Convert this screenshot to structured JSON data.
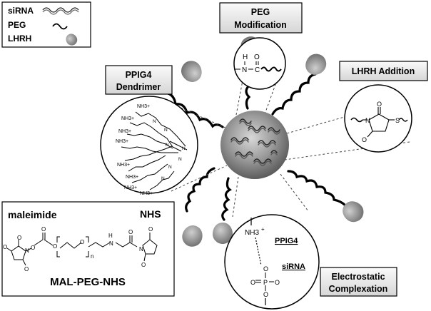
{
  "legend": {
    "items": [
      {
        "label": "siRNA",
        "glyph": "double-wavy-line"
      },
      {
        "label": "PEG",
        "glyph": "wavy-line"
      },
      {
        "label": "LHRH",
        "glyph": "teardrop"
      }
    ]
  },
  "callouts": {
    "peg_modification": [
      "PEG",
      "Modification"
    ],
    "pping4_dendrimer": [
      "PPIG4",
      "Dendrimer"
    ],
    "lhrh_addition": "LHRH Addition",
    "electrostatic_complexation": [
      "Electrostatic",
      "Complexation"
    ]
  },
  "peg_detail": {
    "h": "H",
    "n": "N",
    "c": "C",
    "o": "O"
  },
  "lhrh_detail": {
    "o_top": "O",
    "n": "N",
    "o_bottom": "O",
    "s": "S"
  },
  "dendrimer_detail": {
    "amines": [
      "NH3+",
      "NH3+",
      "NH3+",
      "NH3+",
      "NH3+",
      "NH3+",
      "NH3+",
      "NH3+"
    ],
    "n_atom": "N"
  },
  "complex_detail": {
    "nh3": "NH3",
    "plus": "+",
    "ppig4": "PPIG4",
    "sirna": "siRNA",
    "o1": "O",
    "o2": "O",
    "p": "P",
    "o3": "O",
    "o4": "O"
  },
  "linker": {
    "maleimide_label": "maleimide",
    "nhs_label": "NHS",
    "name": "MAL-PEG-NHS",
    "n": "n",
    "o": "O",
    "h": "H",
    "nitrogen": "N"
  },
  "colors": {
    "core": "#8c8c8c",
    "callout_fill": "#e8e8e8",
    "teardrop": "#8a8a8a"
  }
}
